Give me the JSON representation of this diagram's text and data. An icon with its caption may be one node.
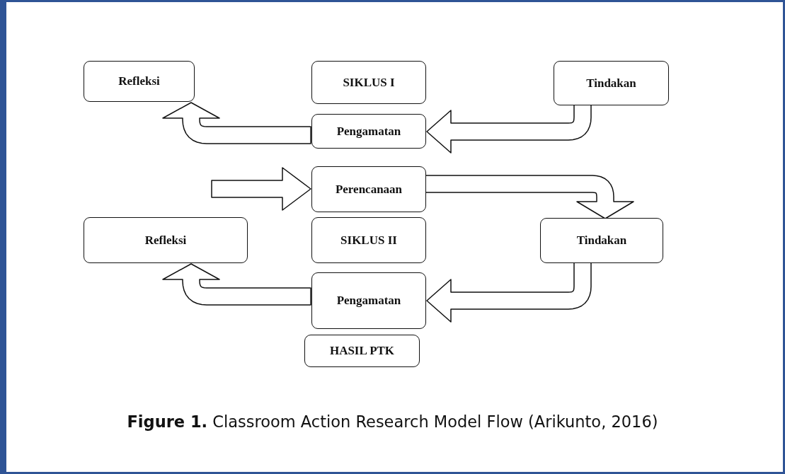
{
  "diagram": {
    "caption": "**Figure 1.** Classroom Action Research Model Flow (Arikunto, 2016)",
    "nodes": [
      {
        "text": [
          "Refleksi"
        ]
      },
      {
        "text": [
          "SIKLUS I"
        ]
      },
      {
        "text": [
          "Tindakan"
        ]
      },
      {
        "text": [
          "Pengamatan"
        ]
      },
      {
        "text": [
          "Perencanaan"
        ]
      },
      {
        "text": [
          "Refleksi"
        ]
      },
      {
        "text": [
          "SIKLUS II"
        ]
      },
      {
        "text": [
          "Tindakan"
        ]
      },
      {
        "text": [
          "Pengamatan"
        ]
      },
      {
        "text": [
          "HASIL PTK"
        ]
      }
    ],
    "edges": [
      {
        "from": 3,
        "to": 0,
        "arrow": "to"
      },
      {
        "from": 2,
        "to": 3,
        "arrow": "to"
      },
      {
        "from": null,
        "to": 4,
        "arrow": "to"
      },
      {
        "from": 4,
        "to": 7,
        "arrow": "to"
      },
      {
        "from": 7,
        "to": 8,
        "arrow": "to"
      },
      {
        "from": 8,
        "to": 5,
        "arrow": "to"
      }
    ]
  }
}
